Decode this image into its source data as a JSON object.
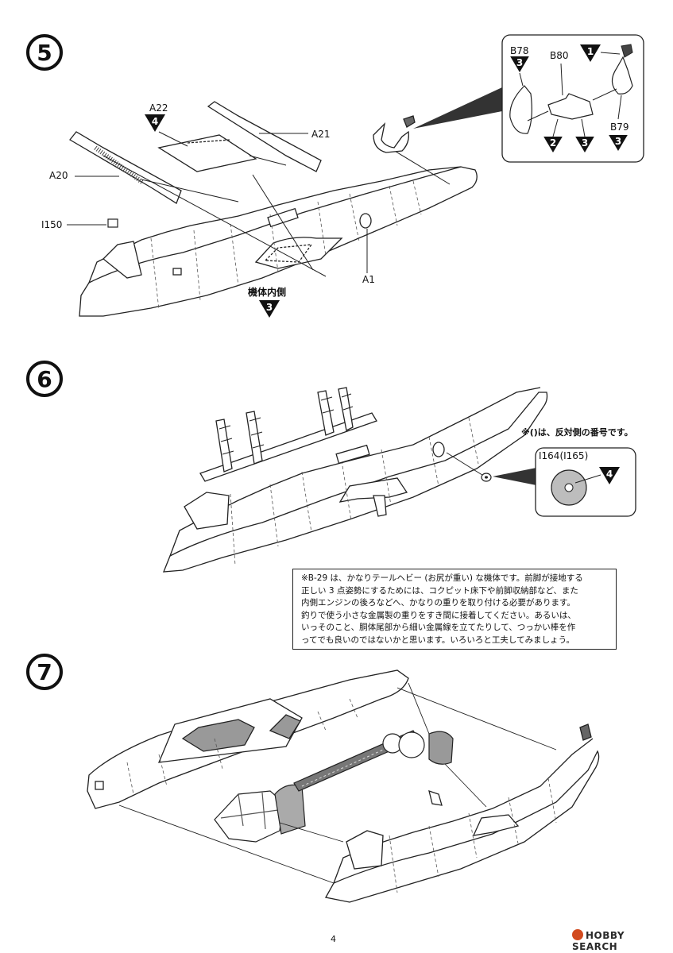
{
  "steps": {
    "step5": {
      "number": "5",
      "callouts": {
        "a22": "A22",
        "a21": "A21",
        "a20": "A20",
        "i150": "I150",
        "a1": "A1",
        "b78": "B78",
        "b80": "B80",
        "b79": "B79",
        "interior_side": "機体内側"
      },
      "triangles": {
        "a22": "4",
        "inner": "3",
        "b78": "3",
        "b80_left": "2",
        "b80_right": "3",
        "b79": "3",
        "part1": "1"
      }
    },
    "step6": {
      "number": "6",
      "footnote": "※()は、反対側の番号です。",
      "detail_label": "I164(I165)",
      "detail_triangle": "4"
    },
    "step7": {
      "number": "7"
    }
  },
  "note": {
    "lines": [
      "※B-29 は、かなりテールヘビー (お尻が重い) な機体です。前脚が接地する",
      "正しい 3 点姿勢にするためには、コクピット床下や前脚収納部など、また",
      "内側エンジンの後ろなどへ、かなりの重りを取り付ける必要があります。",
      "釣りで使う小さな金属製の重りをすき間に接着してください。あるいは、",
      "いっそのこと、胴体尾部から細い金属線を立てたりして、つっかい棒を作",
      "ってでも良いのではないかと思います。いろいろと工夫してみましょう。"
    ]
  },
  "page_number": "4",
  "watermark": "HOBBY SEARCH"
}
